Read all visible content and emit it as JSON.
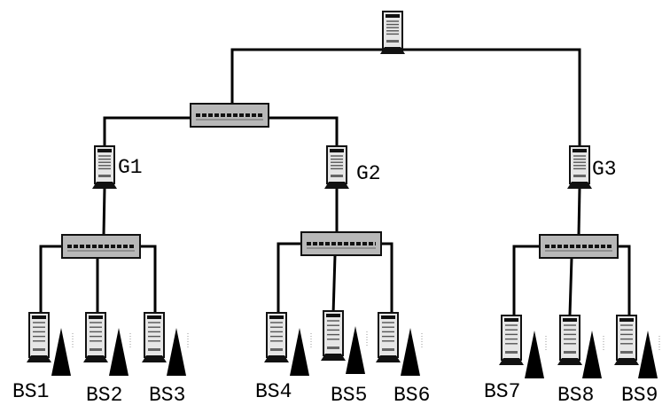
{
  "colors": {
    "line": "#000000",
    "switch_fill": "#b8b8b8",
    "server_body": "#e6e6e6",
    "server_dark": "#111111",
    "tower": "#000000"
  },
  "icons": {
    "server": "server-tower-icon",
    "switch": "network-switch-icon",
    "antenna": "antenna-tower-icon"
  },
  "root": {
    "name": ""
  },
  "gateways": [
    {
      "label": "G1"
    },
    {
      "label": "G2"
    },
    {
      "label": "G3"
    }
  ],
  "base_stations": [
    {
      "label": "BS1"
    },
    {
      "label": "BS2"
    },
    {
      "label": "BS3"
    },
    {
      "label": "BS4"
    },
    {
      "label": "BS5"
    },
    {
      "label": "BS6"
    },
    {
      "label": "BS7"
    },
    {
      "label": "BS8"
    },
    {
      "label": "BS9"
    }
  ]
}
